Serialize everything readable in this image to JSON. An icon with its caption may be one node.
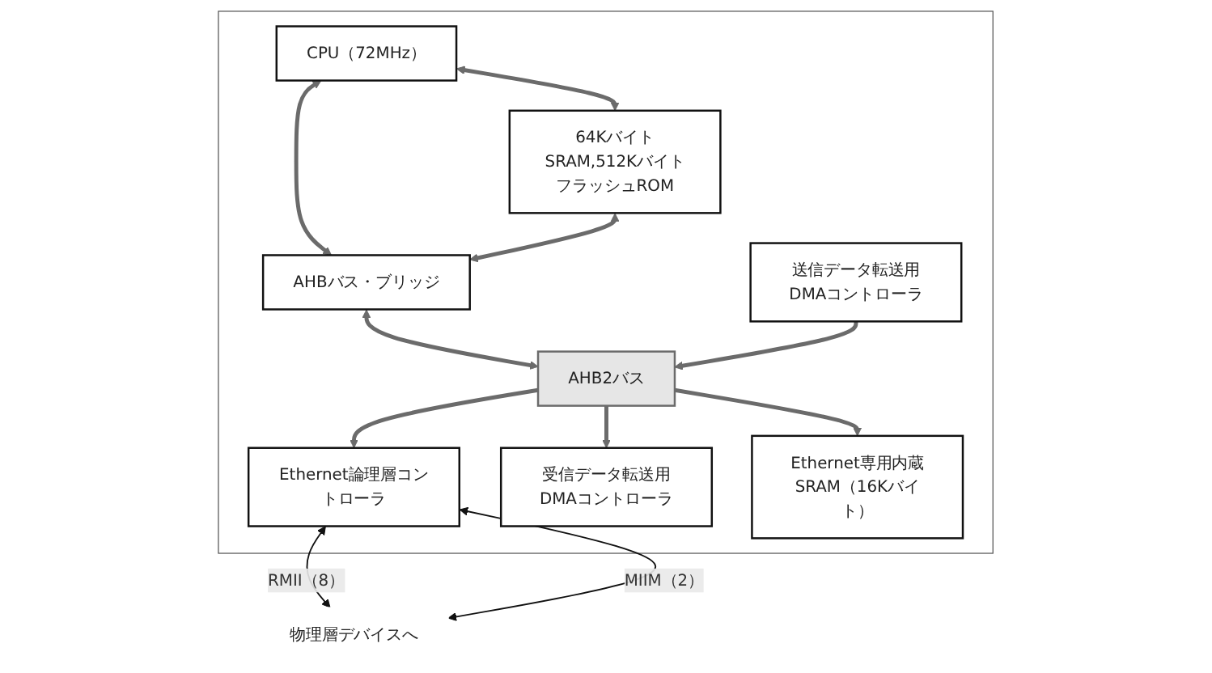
{
  "diagram": {
    "nodes": [
      {
        "text": [],
        "shape": "box"
      },
      {
        "text": [
          "CPU（72MHz）"
        ],
        "in": 0
      },
      {
        "text": [
          "AHBバス・ブリッジ"
        ],
        "in": 0
      },
      {
        "text": [
          "64KバイトSRAM,512KバイトフラッシュROM"
        ],
        "in": 0
      },
      {
        "text": [
          "AHB2バス"
        ],
        "in": 0
      },
      {
        "text": [
          "Ethernet論理層コントローラ"
        ],
        "in": 0
      },
      {
        "text": [
          "送信データ転送用DMAコントローラ"
        ],
        "in": 0
      },
      {
        "text": [
          "受信データ転送用DMAコントローラ"
        ],
        "in": 0
      },
      {
        "text": [
          "Ethernet専用内蔵SRAM（16Kバイト）"
        ],
        "in": 0
      },
      {
        "text": [
          "物理層デバイスへ"
        ]
      }
    ],
    "edges": [
      {
        "from": 1,
        "to": 3,
        "arrow": "both"
      },
      {
        "from": 1,
        "to": 2,
        "arrow": "both"
      },
      {
        "from": 3,
        "to": 2,
        "arrow": "both"
      },
      {
        "from": 2,
        "to": 4,
        "arrow": "both"
      },
      {
        "from": 4,
        "to": 5,
        "arrow": "to"
      },
      {
        "from": 6,
        "to": 4,
        "arrow": "to"
      },
      {
        "from": 4,
        "to": 7,
        "arrow": "to"
      },
      {
        "from": 4,
        "to": 8,
        "arrow": "to"
      },
      {
        "from": 5,
        "to": 9,
        "label": "RMII（8）",
        "arrow": "both",
        "color": "#111111"
      },
      {
        "from": 5,
        "to": 9,
        "label": "MIIM（2）",
        "arrow": "both",
        "color": "#111111"
      }
    ]
  }
}
